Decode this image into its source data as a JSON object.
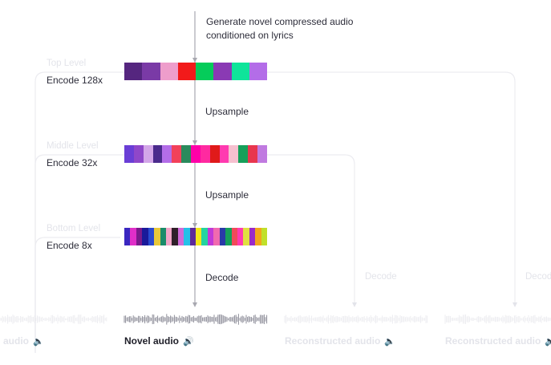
{
  "header_text": "Generate novel compressed audio conditioned on lyrics",
  "levels": [
    {
      "name": "Top Level",
      "encode": "Encode 128x"
    },
    {
      "name": "Middle Level",
      "encode": "Encode 32x"
    },
    {
      "name": "Bottom Level",
      "encode": "Encode 8x"
    }
  ],
  "steps": {
    "upsample_1": "Upsample",
    "upsample_2": "Upsample",
    "decode_main": "Decode",
    "decode_ghost_1": "Decode",
    "decode_ghost_2": "Decode"
  },
  "audio_labels": {
    "left_partial": "audio",
    "novel": "Novel audio",
    "reconstructed_1": "Reconstructed audio",
    "reconstructed_2": "Reconstructed audio"
  },
  "icons": {
    "speaker": "speaker-icon"
  },
  "colors": {
    "top_strip": [
      "#55267f",
      "#7a3aa6",
      "#ee9dcb",
      "#f21a1a",
      "#05cc5a",
      "#8a3ab4",
      "#0fe49a",
      "#b36de8"
    ],
    "middle_strip": [
      "#6a3ed6",
      "#8f47c9",
      "#d3a6e8",
      "#4a2a8c",
      "#b36de8",
      "#f2415a",
      "#2a8a5c",
      "#ff00a8",
      "#ff2aa0",
      "#e01a1a",
      "#ff3ab0",
      "#f6c0cf",
      "#16a05a",
      "#e8364e",
      "#c07ae0"
    ],
    "bottom_strip": [
      "#3a27c0",
      "#e02ec8",
      "#7a1a8c",
      "#1a1a9a",
      "#2a4ad0",
      "#e8c83a",
      "#1a8c6a",
      "#f2a6c8",
      "#30202a",
      "#d06ad8",
      "#24c1e8",
      "#5c2a9a",
      "#f2e61a",
      "#24d4a0",
      "#c03ad8",
      "#f06ab0",
      "#2a3aa8",
      "#16a05a",
      "#f24a5a",
      "#ff3ab0",
      "#e0e040",
      "#9a2ac8",
      "#f2a61a",
      "#c0e02a"
    ]
  }
}
